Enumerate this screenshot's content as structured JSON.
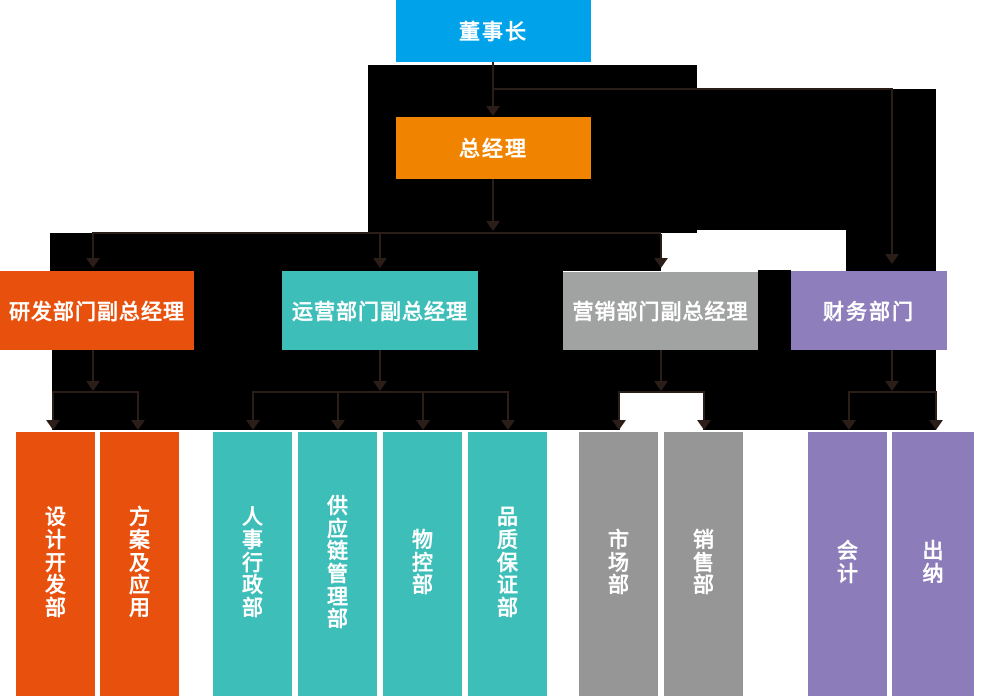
{
  "diagram": {
    "type": "org-chart",
    "line_color": "#2b1d17",
    "background_color": "#ffffff",
    "block_color": "#000000"
  },
  "org": {
    "level1": {
      "label": "董事长",
      "color": "#00a2e9"
    },
    "level2": {
      "label": "总经理",
      "color": "#f08300",
      "reports_to": "董事长"
    },
    "level3": [
      {
        "label": "研发部门副总经理",
        "color": "#e8500e",
        "reports_to": "总经理"
      },
      {
        "label": "运营部门副总经理",
        "color": "#3dbeb9",
        "reports_to": "总经理"
      },
      {
        "label": "营销部门副总经理",
        "color": "#a1a2a2",
        "reports_to": "总经理"
      },
      {
        "label": "财务部门",
        "color": "#8e7ebc",
        "reports_to": "董事长"
      }
    ],
    "level4": [
      {
        "label": "设计开发部",
        "color": "#e8500e",
        "parent": "研发部门副总经理"
      },
      {
        "label": "方案及应用",
        "color": "#e8500e",
        "parent": "研发部门副总经理"
      },
      {
        "label": "人事行政部",
        "color": "#3dbeb9",
        "parent": "运营部门副总经理"
      },
      {
        "label": "供应链管理部",
        "color": "#3dbeb9",
        "parent": "运营部门副总经理"
      },
      {
        "label": "物控部",
        "color": "#3dbeb9",
        "parent": "运营部门副总经理"
      },
      {
        "label": "品质保证部",
        "color": "#3dbeb9",
        "parent": "运营部门副总经理"
      },
      {
        "label": "市场部",
        "color": "#969697",
        "parent": "营销部门副总经理"
      },
      {
        "label": "销售部",
        "color": "#969697",
        "parent": "营销部门副总经理"
      },
      {
        "label": "会计",
        "color": "#8c7cba",
        "parent": "财务部门"
      },
      {
        "label": "出纳",
        "color": "#8c7cba",
        "parent": "财务部门"
      }
    ]
  }
}
